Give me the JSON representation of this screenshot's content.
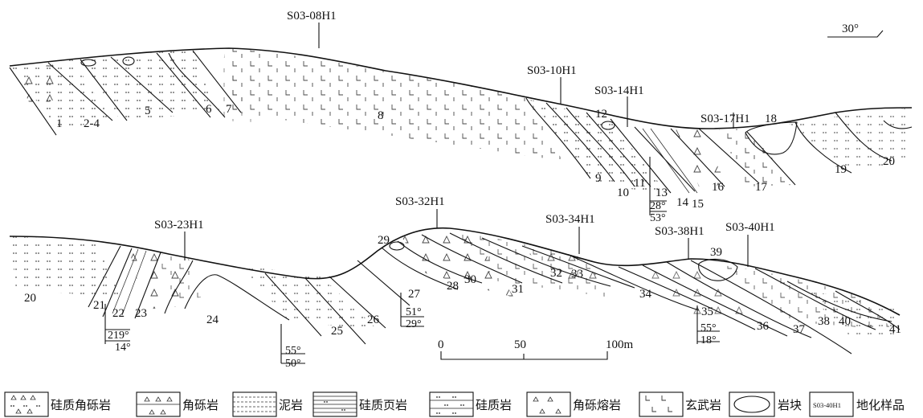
{
  "orientation": {
    "label": "30°"
  },
  "samples": {
    "s1": "S03-08H1",
    "s2": "S03-10H1",
    "s3": "S03-14H1",
    "s4": "S03-17H1",
    "s5": "S03-32H1",
    "s6": "S03-23H1",
    "s7": "S03-34H1",
    "s8": "S03-38H1",
    "s9": "S03-40H1"
  },
  "upper_units": [
    "1",
    "2-4",
    "5",
    "6",
    "7",
    "8",
    "9",
    "10",
    "11",
    "12",
    "13",
    "14",
    "15",
    "16",
    "17",
    "18",
    "19",
    "20"
  ],
  "lower_units": [
    "20",
    "21",
    "22",
    "23",
    "24",
    "25",
    "26",
    "27",
    "28",
    "29",
    "30",
    "31",
    "32",
    "33",
    "34",
    "35",
    "36",
    "37",
    "38",
    "39",
    "40",
    "41"
  ],
  "attitudes": [
    {
      "dir": "28°",
      "dip": "53°"
    },
    {
      "dir": "219°",
      "dip": "14°"
    },
    {
      "dir": "55°",
      "dip": "50°"
    },
    {
      "dir": "51°",
      "dip": "29°"
    },
    {
      "dir": "55°",
      "dip": "18°"
    }
  ],
  "scale": {
    "start": "0",
    "mid": "50",
    "end": "100m"
  },
  "legend": [
    {
      "icon": "siliceous-breccia-icon",
      "label": "硅质角砾岩"
    },
    {
      "icon": "breccia-icon",
      "label": "角砾岩"
    },
    {
      "icon": "mudstone-icon",
      "label": "泥岩"
    },
    {
      "icon": "siliceous-shale-icon",
      "label": "硅质页岩"
    },
    {
      "icon": "siliceous-rock-icon",
      "label": "硅质岩"
    },
    {
      "icon": "brecciated-lava-icon",
      "label": "角砾熔岩"
    },
    {
      "icon": "basalt-icon",
      "label": "玄武岩"
    },
    {
      "icon": "rock-block-icon",
      "label": "岩块"
    },
    {
      "icon": "sample-box-icon",
      "label": "地化样品",
      "sample_text": "S03-40H1"
    }
  ]
}
